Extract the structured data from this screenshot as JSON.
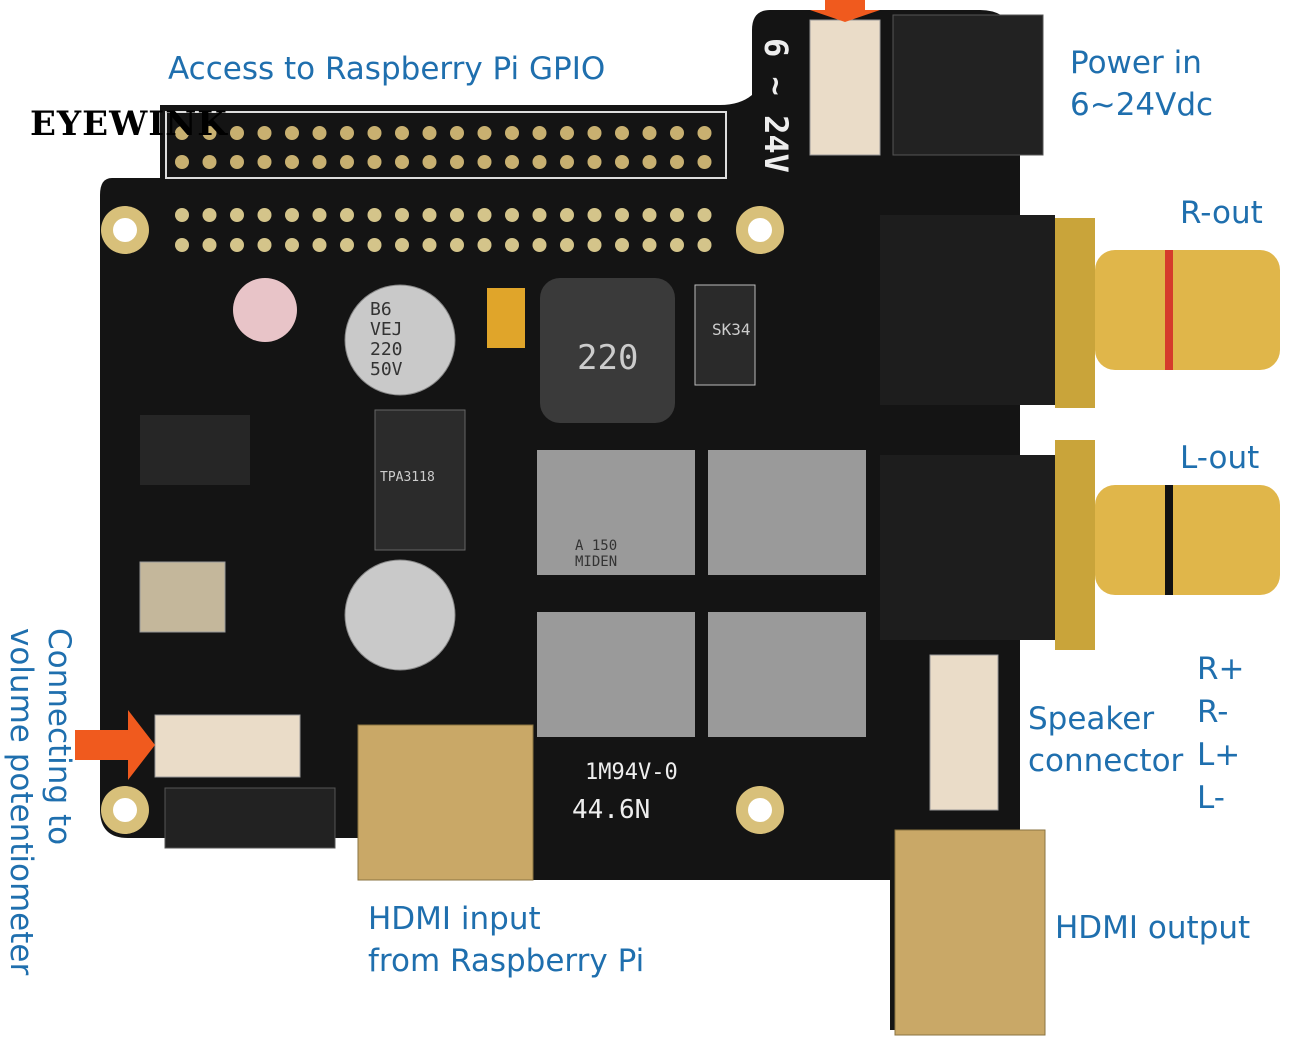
{
  "logo": "EYEWINK",
  "labels": {
    "gpio": "Access to Raspberry Pi GPIO",
    "power_line1": "Power in",
    "power_line2": "6~24Vdc",
    "r_out": "R-out",
    "l_out": "L-out",
    "speaker_line1": "Speaker",
    "speaker_line2": "connector",
    "pins": [
      "R+",
      "R-",
      "L+",
      "L-"
    ],
    "hdmi_out": "HDMI output",
    "hdmi_in_line1": "HDMI input",
    "hdmi_in_line2": "from Raspberry Pi",
    "pot_line1": "Connecting to",
    "pot_line2": "volume potentiometer"
  },
  "board_silkscreen": {
    "voltage": "6 ~ 24V",
    "cert": "1M94V-0",
    "code": "44.6N",
    "inductor": "220",
    "diode": "SK34",
    "amp_chip": "TPA3118",
    "capacitor": "B6 VEJ 220 50V",
    "choke": "A 150 MIDEN"
  },
  "colors": {
    "label": "#1f6fae",
    "pcb": "#141414",
    "gold": "#d8c07a",
    "arrow": "#f05a1e"
  }
}
